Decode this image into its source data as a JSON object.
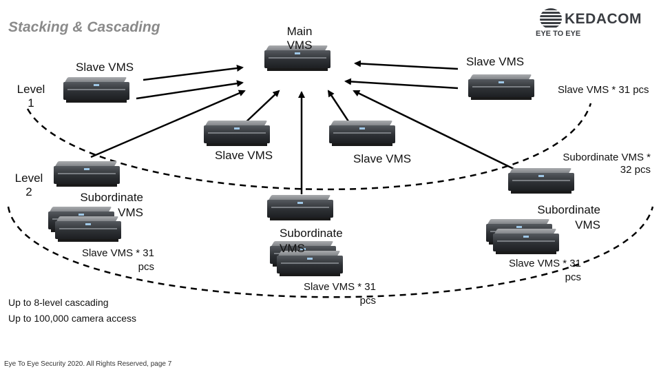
{
  "slide": {
    "title": "Stacking & Cascading",
    "footer": "Eye To Eye Security 2020. All Rights Reserved, page 7"
  },
  "logo": {
    "brand": "KEDACOM",
    "sub": "EYE TO EYE",
    "icon": "kedacom-globe-icon"
  },
  "diagram": {
    "main": "Main VMS",
    "level1": "Level 1",
    "level2": "Level 2",
    "slave_vms_left": "Slave VMS",
    "slave_vms_right": "Slave VMS",
    "slave_vms_31_right": "Slave VMS * 31 pcs",
    "slave_vms_center_left": "Slave VMS",
    "slave_vms_center_right": "Slave VMS",
    "subordinate_32": "Subordinate VMS * 32 pcs",
    "subordinate_left": "Subordinate VMS",
    "subordinate_center": "Subordinate VMS",
    "subordinate_right": "Subordinate VMS",
    "slave31_left": "Slave VMS * 31 pcs",
    "slave31_center": "Slave VMS * 31 pcs",
    "slave31_right": "Slave VMS * 31 pcs"
  },
  "notes": {
    "line1": "Up to 8-level cascading",
    "line2": "Up to 100,000 camera access"
  },
  "colors": {
    "line": "#000000",
    "title": "#8a8a8a"
  }
}
